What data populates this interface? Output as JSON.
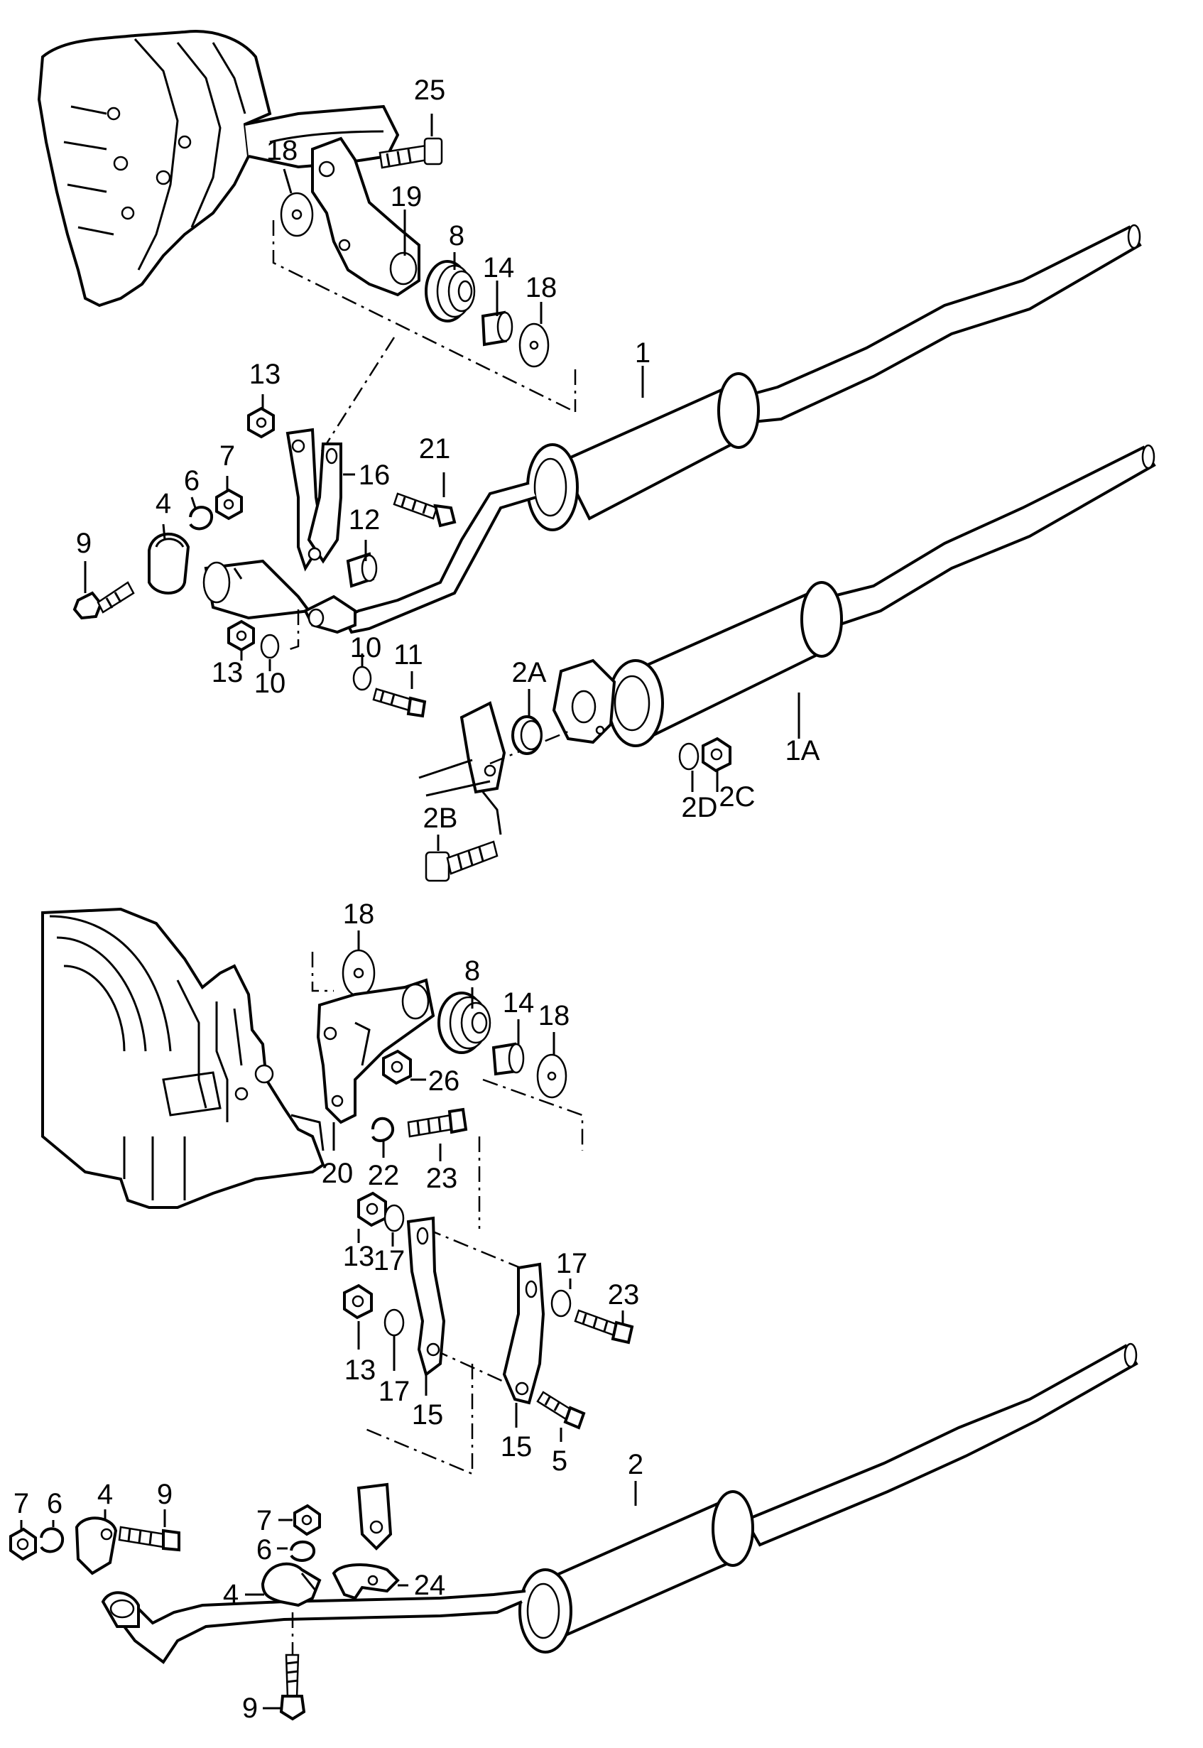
{
  "callouts": {
    "top": {
      "c25": "25",
      "c18a": "18",
      "c19": "19",
      "c8": "8",
      "c14": "14",
      "c18b": "18",
      "c1": "1",
      "c13a": "13",
      "c7": "7",
      "c6": "6",
      "c4": "4",
      "c16": "16",
      "c21": "21",
      "c9": "9",
      "c12": "12",
      "c13b": "13",
      "c10a": "10",
      "c10b": "10",
      "c11": "11",
      "c2A": "2A",
      "c1A": "1A",
      "c2D": "2D",
      "c2C": "2C",
      "c2B": "2B"
    },
    "bottom": {
      "c18a": "18",
      "c8": "8",
      "c14": "14",
      "c18b": "18",
      "c26": "26",
      "c23a": "23",
      "c20": "20",
      "c22": "22",
      "c13a": "13",
      "c17a": "17",
      "c17b": "17",
      "c23b": "23",
      "c13b": "13",
      "c17c": "17",
      "c15a": "15",
      "c15b": "15",
      "c5": "5",
      "c2": "2",
      "c7a": "7",
      "c6a": "6",
      "c4a": "4",
      "c9a": "9",
      "c7b": "7",
      "c6b": "6",
      "c4b": "4",
      "c24": "24",
      "c9b": "9"
    }
  }
}
